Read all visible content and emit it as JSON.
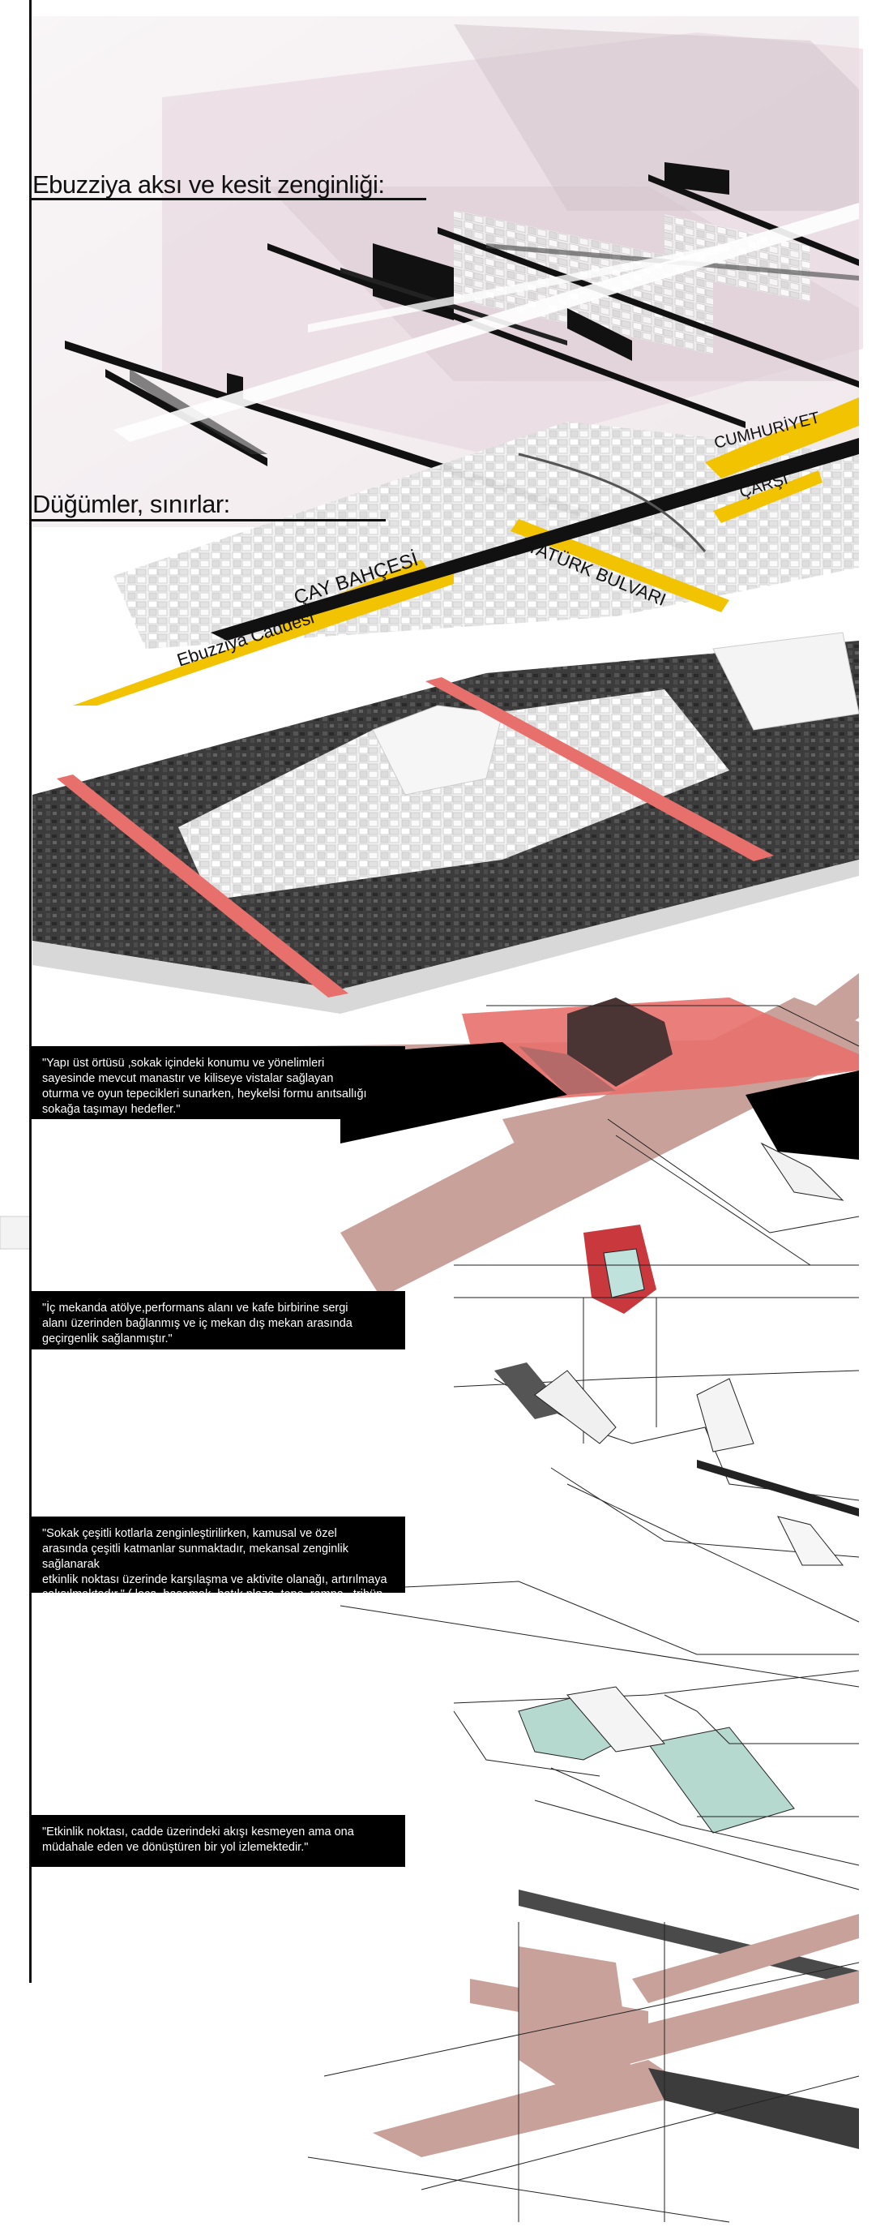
{
  "headings": {
    "axis": "Ebuzziya aksı ve kesit zenginliği:",
    "nodes": "Düğümler, sınırlar:"
  },
  "street_labels": {
    "cumhuriyet": "CUMHURİYET",
    "carsi": "ÇARŞI",
    "ataturk": "ATATÜRK BULVARI",
    "cay_bahcesi": "ÇAY BAHÇESİ",
    "ebuzziya": "Ebuzziya Caddesi"
  },
  "quotes": [
    {
      "lines": [
        "\"Yapı üst örtüsü ,sokak içindeki konumu ve yönelimleri",
        "sayesinde mevcut manastır ve kiliseye vistalar sağlayan",
        "oturma ve oyun tepecikleri sunarken, heykelsi formu anıtsallığı",
        "sokağa taşımayı hedefler.\""
      ]
    },
    {
      "lines": [
        "\"İç mekanda atölye,performans alanı ve kafe birbirine sergi",
        "alanı üzerinden bağlanmış ve iç mekan dış mekan arasında",
        "geçirgenlik sağlanmıştır.\""
      ]
    },
    {
      "lines": [
        "\"Sokak çeşitli kotlarla zenginleştirilirken, kamusal ve özel",
        "arasında çeşitli katmanlar sunmaktadır, mekansal zenginlik sağlanarak",
        "etkinlik noktası üzerinde karşılaşma ve aktivite olanağı, artırılmaya",
        "çalışılmaktadır.\" ( loca, basamak, batık plaza, tepe, rampa , tribün vb.)"
      ]
    },
    {
      "lines": [
        "\"Etkinlik noktası, cadde üzerindeki akışı kesmeyen ama ona",
        "müdahale eden ve dönüştüren bir yol izlemektedir.\""
      ]
    }
  ],
  "colors": {
    "ink": "#111111",
    "street_yellow": "#f2c300",
    "boundary_red": "#e8706c",
    "path_pink": "#c9a19b",
    "veil_pink": "#e9dde3",
    "mint": "#b6d9cf",
    "map_dark": "#3a3a3a",
    "block_white": "#eeeeee"
  }
}
